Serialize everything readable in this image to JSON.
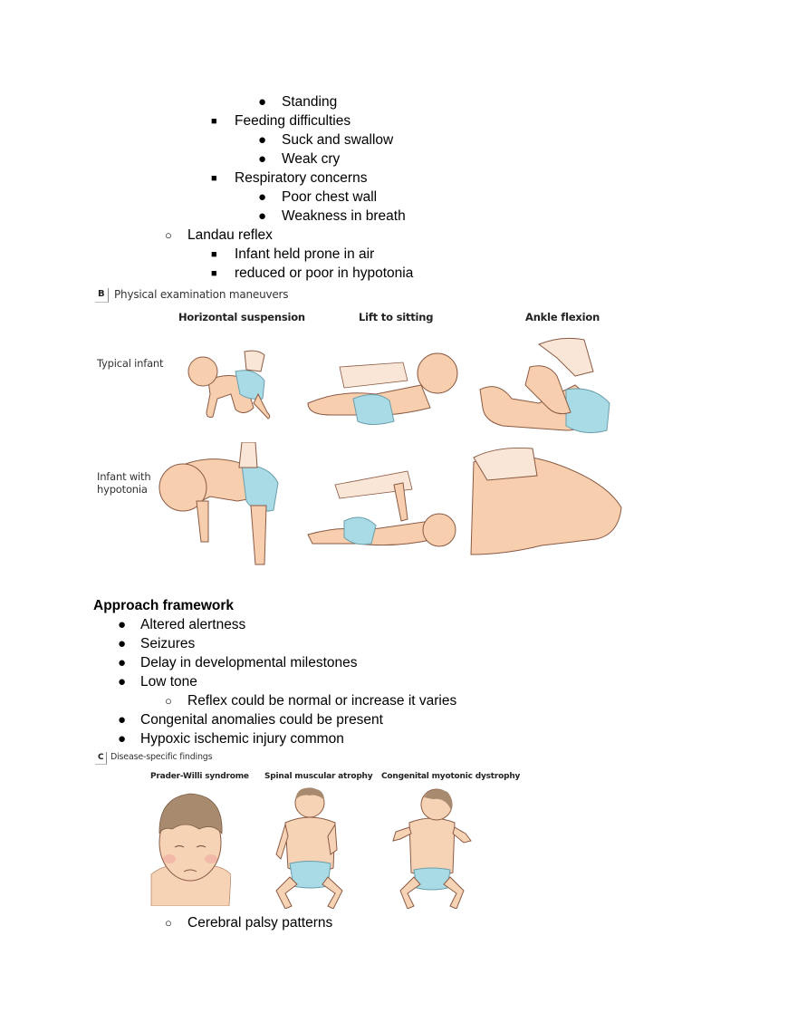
{
  "outline_top": [
    {
      "level": 3,
      "marker": "●",
      "text": "Standing"
    },
    {
      "level": 2,
      "marker": "■",
      "text": "Feeding difficulties"
    },
    {
      "level": 3,
      "marker": "●",
      "text": "Suck and swallow"
    },
    {
      "level": 3,
      "marker": "●",
      "text": "Weak cry"
    },
    {
      "level": 2,
      "marker": "■",
      "text": "Respiratory concerns"
    },
    {
      "level": 3,
      "marker": "●",
      "text": "Poor chest wall"
    },
    {
      "level": 3,
      "marker": "●",
      "text": "Weakness in breath"
    },
    {
      "level": 1,
      "marker": "○",
      "text": "Landau reflex"
    },
    {
      "level": 2,
      "marker": "■",
      "text": "Infant held prone in air"
    },
    {
      "level": 2,
      "marker": "■",
      "text": "reduced  or poor in hypotonia"
    }
  ],
  "figure_b": {
    "panel_letter": "B",
    "title": "Physical examination maneuvers",
    "columns": [
      "Horizontal suspension",
      "Lift to sitting",
      "Ankle flexion"
    ],
    "rows": [
      "Typical infant",
      "Infant with",
      "hypotonia"
    ],
    "colors": {
      "skin": "#f7cfae",
      "diaper": "#a9dbe6",
      "outline": "#8a5a44"
    }
  },
  "approach": {
    "heading": "Approach framework",
    "items": [
      {
        "level": 1,
        "marker": "●",
        "text": "Altered alertness"
      },
      {
        "level": 1,
        "marker": "●",
        "text": "Seizures"
      },
      {
        "level": 1,
        "marker": "●",
        "text": "Delay in developmental milestones"
      },
      {
        "level": 1,
        "marker": "●",
        "text": "Low tone"
      },
      {
        "level": 2,
        "marker": "○",
        "text": "Reflex could be normal or increase it varies"
      },
      {
        "level": 1,
        "marker": "●",
        "text": "Congenital anomalies could be present"
      },
      {
        "level": 1,
        "marker": "●",
        "text": "Hypoxic ischemic injury common"
      }
    ]
  },
  "figure_c": {
    "panel_letter": "C",
    "title": "Disease-specific findings",
    "columns": [
      "Prader-Willi syndrome",
      "Spinal muscular atrophy",
      "Congenital myotonic dystrophy"
    ],
    "colors": {
      "hair": "#a88a6e",
      "skin": "#f7d3b5",
      "diaper": "#a9dbe6"
    }
  },
  "outline_bottom": [
    {
      "level": 1,
      "marker": "○",
      "text": "Cerebral palsy patterns"
    }
  ]
}
